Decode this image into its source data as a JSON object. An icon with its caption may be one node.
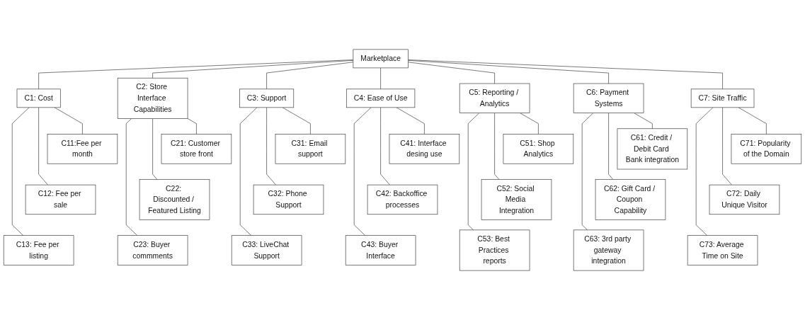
{
  "diagram": {
    "nodes": [
      {
        "text": [
          "Marketplace"
        ]
      },
      {
        "text": [
          "C1: Cost"
        ]
      },
      {
        "text": [
          "C2: Store Interface Capabilities"
        ]
      },
      {
        "text": [
          "C3: Support"
        ]
      },
      {
        "text": [
          "C4: Ease of Use"
        ]
      },
      {
        "text": [
          "C5: Reporting / Analytics"
        ]
      },
      {
        "text": [
          "C6: Payment Systems"
        ]
      },
      {
        "text": [
          "C7: Site Traffic"
        ]
      },
      {
        "text": [
          "C11:Fee per month"
        ]
      },
      {
        "text": [
          "C12: Fee per sale"
        ]
      },
      {
        "text": [
          "C13: Fee per listing"
        ]
      },
      {
        "text": [
          "C21: Customer store front"
        ]
      },
      {
        "text": [
          "C22: Discounted / Featured Listing"
        ]
      },
      {
        "text": [
          "C23: Buyer commments"
        ]
      },
      {
        "text": [
          "C31: Email support"
        ]
      },
      {
        "text": [
          "C32: Phone Support"
        ]
      },
      {
        "text": [
          "C33: LiveChat Support"
        ]
      },
      {
        "text": [
          "C41: Interface desing use"
        ]
      },
      {
        "text": [
          "C42: Backoffice processes"
        ]
      },
      {
        "text": [
          "C43: Buyer Interface"
        ]
      },
      {
        "text": [
          "C51: Shop Analytics"
        ]
      },
      {
        "text": [
          "C52: Social Media Integration"
        ]
      },
      {
        "text": [
          "C53: Best Practices reports"
        ]
      },
      {
        "text": [
          "C61: Credit / Debit Card Bank integration"
        ]
      },
      {
        "text": [
          "C62: Gift Card / Coupon Capability"
        ]
      },
      {
        "text": [
          "C63: 3rd party gateway integration"
        ]
      },
      {
        "text": [
          "C71: Popularity of the Domain"
        ]
      },
      {
        "text": [
          "C72: Daily Unique Visitor"
        ]
      },
      {
        "text": [
          "C73: Average Time on Site"
        ]
      }
    ],
    "edges": [
      {
        "from": 0,
        "to": 1,
        "arrow": "none"
      },
      {
        "from": 0,
        "to": 2,
        "arrow": "none"
      },
      {
        "from": 0,
        "to": 3,
        "arrow": "none"
      },
      {
        "from": 0,
        "to": 4,
        "arrow": "none"
      },
      {
        "from": 0,
        "to": 5,
        "arrow": "none"
      },
      {
        "from": 0,
        "to": 6,
        "arrow": "none"
      },
      {
        "from": 0,
        "to": 7,
        "arrow": "none"
      },
      {
        "from": 1,
        "to": 8,
        "arrow": "none"
      },
      {
        "from": 1,
        "to": 9,
        "arrow": "none"
      },
      {
        "from": 1,
        "to": 10,
        "arrow": "none"
      },
      {
        "from": 2,
        "to": 11,
        "arrow": "none"
      },
      {
        "from": 2,
        "to": 12,
        "arrow": "none"
      },
      {
        "from": 2,
        "to": 13,
        "arrow": "none"
      },
      {
        "from": 3,
        "to": 14,
        "arrow": "none"
      },
      {
        "from": 3,
        "to": 15,
        "arrow": "none"
      },
      {
        "from": 3,
        "to": 16,
        "arrow": "none"
      },
      {
        "from": 4,
        "to": 17,
        "arrow": "none"
      },
      {
        "from": 4,
        "to": 18,
        "arrow": "none"
      },
      {
        "from": 4,
        "to": 19,
        "arrow": "none"
      },
      {
        "from": 5,
        "to": 20,
        "arrow": "none"
      },
      {
        "from": 5,
        "to": 21,
        "arrow": "none"
      },
      {
        "from": 5,
        "to": 22,
        "arrow": "none"
      },
      {
        "from": 6,
        "to": 23,
        "arrow": "none"
      },
      {
        "from": 6,
        "to": 24,
        "arrow": "none"
      },
      {
        "from": 6,
        "to": 25,
        "arrow": "none"
      },
      {
        "from": 7,
        "to": 26,
        "arrow": "none"
      },
      {
        "from": 7,
        "to": 27,
        "arrow": "none"
      },
      {
        "from": 7,
        "to": 28,
        "arrow": "none"
      }
    ]
  }
}
